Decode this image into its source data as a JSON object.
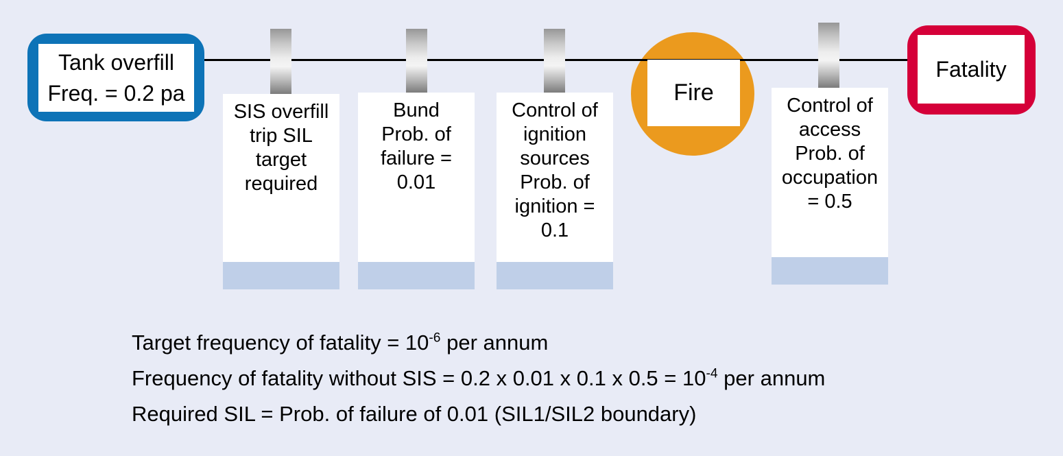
{
  "diagram": {
    "initiating_event": "Tank overfill\nFreq. = 0.2 pa",
    "fire_label": "Fire",
    "outcome_label": "Fatality",
    "barriers": [
      {
        "label": "SIS overfill\ntrip SIL\ntarget\nrequired"
      },
      {
        "label": "Bund\nProb. of\nfailure =\n0.01"
      },
      {
        "label": "Control of\nignition\nsources\nProb. of\nignition =\n0.1"
      },
      {
        "label": "Control of\naccess\nProb. of\noccupation\n= 0.5"
      }
    ]
  },
  "notes": [
    {
      "before": "Target frequency of fatality = 10",
      "sup": "-6",
      "after": " per annum"
    },
    {
      "before": "Frequency of fatality without SIS = 0.2 x 0.01 x 0.1 x 0.5 = 10",
      "sup": "-4",
      "after": " per annum"
    },
    {
      "before": "Required SIL = Prob. of failure of 0.01 (SIL1/SIL2 boundary)",
      "sup": "",
      "after": ""
    }
  ],
  "colors": {
    "background": "#e8ebf6",
    "initiator_border": "#0d73b7",
    "outcome_border": "#d50039",
    "fire_circle": "#eb9a1e",
    "card_strip": "#bfcfe8",
    "event_line": "#000000",
    "clip_metal": "#9b9b9b"
  }
}
